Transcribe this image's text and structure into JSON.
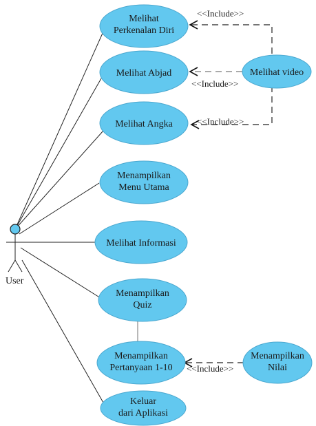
{
  "actor": {
    "name": "User"
  },
  "use_cases": {
    "perkenalan": [
      "Melihat",
      "Perkenalan Diri"
    ],
    "abjad": [
      "Melihat Abjad"
    ],
    "angka": [
      "Melihat Angka"
    ],
    "menu_utama": [
      "Menampilkan",
      "Menu Utama"
    ],
    "informasi": [
      "Melihat Informasi"
    ],
    "quiz": [
      "Menampilkan",
      "Quiz"
    ],
    "pertanyaan": [
      "Menampilkan",
      "Pertanyaan 1-10"
    ],
    "keluar": [
      "Keluar",
      "dari Aplikasi"
    ],
    "video": [
      "Melihat video"
    ],
    "nilai": [
      "Menampilkan",
      "Nilai"
    ]
  },
  "relations": {
    "include_perkenalan": "<<Include>>",
    "include_abjad": "<<Include>>",
    "include_angka": "<<Include>>",
    "include_nilai": "<<Include>>"
  },
  "colors": {
    "use_case_fill": "#62c8ef",
    "actor_head": "#62c8ef"
  }
}
